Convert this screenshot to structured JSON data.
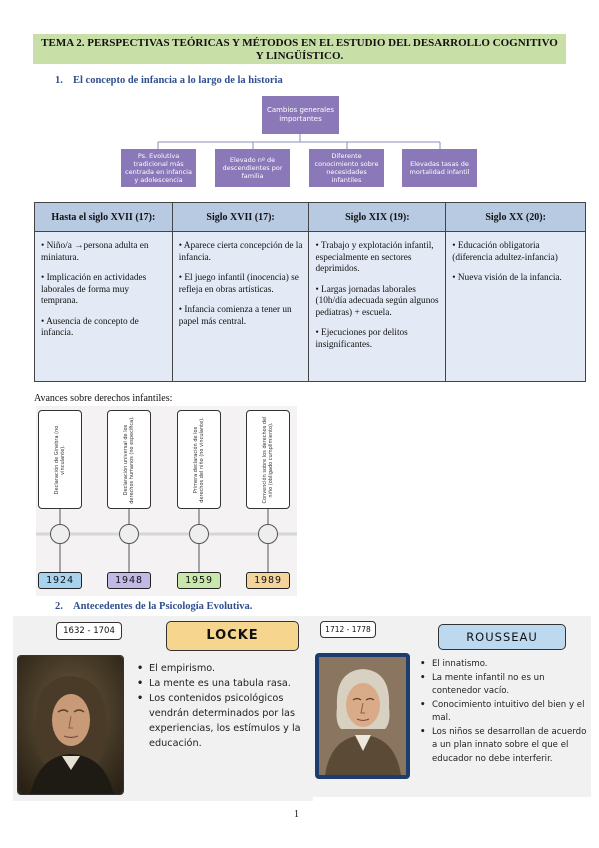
{
  "title": {
    "line1": "TEMA 2. PERSPECTIVAS TEÓRICAS Y MÉTODOS EN EL ESTUDIO DEL DESARROLLO COGNITIVO",
    "line2": "Y LINGÜÍSTICO."
  },
  "section1": {
    "number": "1.",
    "heading": "El concepto de infancia a lo largo de la historia"
  },
  "diagram": {
    "top": "Cambios generales importantes",
    "children": [
      "Ps. Evolutiva tradicional más centrada en infancia y adolescencia",
      "Elevado nº de descendientes por familia",
      "Diferente conocimiento sobre necesidades infantiles",
      "Elevadas tasas de mortalidad infantil"
    ]
  },
  "table": {
    "headers": [
      "Hasta el siglo XVII (17):",
      "Siglo XVII (17):",
      "Siglo XIX (19):",
      "Siglo XX (20):"
    ],
    "columns": [
      [
        "• Niño/a →persona adulta en miniatura.",
        "• Implicación en actividades laborales de forma muy temprana.",
        "• Ausencia de concepto de infancia."
      ],
      [
        "• Aparece cierta concepción de la infancia.",
        "• El juego infantil (inocencia) se refleja en obras artísticas.",
        "• Infancia comienza a tener un papel más central."
      ],
      [
        "• Trabajo y explotación infantil, especialmente en sectores deprimidos.",
        "• Largas jornadas laborales (10h/día adecuada según algunos pediatras) + escuela.",
        "• Ejecuciones por delitos insignificantes."
      ],
      [
        "• Educación obligatoria (diferencia adultez-infancia)",
        "• Nueva visión de la infancia."
      ]
    ]
  },
  "rights": {
    "label": "Avances sobre derechos infantiles:",
    "events": [
      {
        "text": "Declaración de Ginebra (no vinculante).",
        "year": "1924",
        "color": "#a7d3ef"
      },
      {
        "text": "Declaración universal de los derechos humanos (no específica).",
        "year": "1948",
        "color": "#c4b8e6"
      },
      {
        "text": "Primera declaración de los derechos del niño (no vinculante).",
        "year": "1959",
        "color": "#c9e6ab"
      },
      {
        "text": "Convención sobre los derechos del niño (obligado cumplimiento).",
        "year": "1989",
        "color": "#f5d49c"
      }
    ]
  },
  "section2": {
    "number": "2.",
    "heading": "Antecedentes de la Psicología Evolutiva."
  },
  "locke": {
    "dates": "1632 - 1704",
    "name": "LOCKE",
    "points": [
      "El empirismo.",
      "La mente es una tabula rasa.",
      "Los contenidos psicológicos vendrán determinados por las experiencias, los estímulos y la educación."
    ]
  },
  "rousseau": {
    "dates": "1712 - 1778",
    "name": "ROUSSEAU",
    "points": [
      "El innatismo.",
      "La mente infantil no es un contenedor vacío.",
      "Conocimiento intuitivo del bien y el mal.",
      "Los niños se desarrollan de acuerdo a un plan innato sobre el que el educador no debe interferir."
    ]
  },
  "page_number": "1",
  "colors": {
    "title_banner": "#c9dfa8",
    "heading_blue": "#2f4f8f",
    "diagram_purple": "#8a78b8",
    "table_header": "#b8c9e2",
    "table_cell": "#e3eaf5",
    "locke_name_bg": "#f6d68f",
    "rousseau_name_bg": "#bcd9ef"
  }
}
